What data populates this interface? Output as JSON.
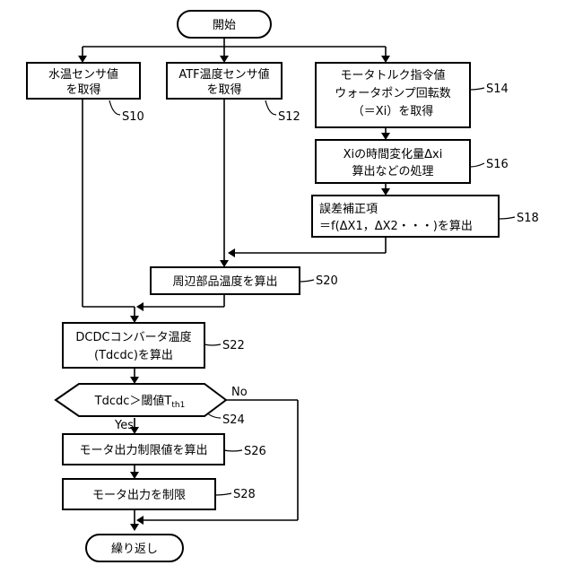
{
  "nodes": {
    "start": "開始",
    "water_temp": [
      "水温センサ値",
      "を取得"
    ],
    "atf_temp": [
      "ATF温度センサ値",
      "を取得"
    ],
    "motor_torque": [
      "モータトルク指令値",
      "ウォータポンプ回転数",
      "（＝Xi）を取得"
    ],
    "xi_change": [
      "Xiの時間変化量Δxi",
      "算出などの処理"
    ],
    "error_correction": [
      "誤差補正項",
      "＝f(ΔX1，ΔX2・・・)を算出"
    ],
    "peripheral_temp": "周辺部品温度を算出",
    "dcdc_temp": [
      "DCDCコンバータ温度",
      "(Tdcdc)を算出"
    ],
    "decision": {
      "text": "Tdcdc＞閾値T",
      "subscript": "th1"
    },
    "motor_limit_calc": "モータ出力制限値を算出",
    "motor_limit": "モータ出力を制限",
    "repeat": "繰り返し"
  },
  "step_labels": {
    "s10": "S10",
    "s12": "S12",
    "s14": "S14",
    "s16": "S16",
    "s18": "S18",
    "s20": "S20",
    "s22": "S22",
    "s24": "S24",
    "s26": "S26",
    "s28": "S28"
  },
  "branch_labels": {
    "yes": "Yes",
    "no": "No"
  }
}
